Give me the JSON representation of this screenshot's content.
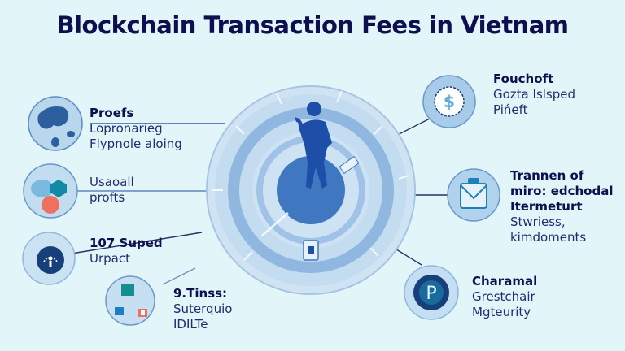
{
  "title": "Blockchain Transaction Fees in Vietnam",
  "colors": {
    "background": "#e2f5f8",
    "title": "#0d0f4e",
    "ring_light": "#c4dcef",
    "ring_mid": "#90b9e1",
    "ring_core": "#3f77c0",
    "figure": "#1e4fa8",
    "icon_dark": "#173f7a",
    "accent_coral": "#f07060",
    "accent_teal": "#128aa3",
    "connector": "#2a3068"
  },
  "central_illustration": {
    "description": "person standing on concentric blue rings"
  },
  "callouts": [
    {
      "id": "proefs",
      "icon": "globe-icon",
      "heading": "Proefs",
      "lines": [
        "Lopronarieg",
        "Flypnole aloing"
      ]
    },
    {
      "id": "usaoall",
      "icon": "hexagon-cluster-icon",
      "heading": "Usaoall",
      "lines": [
        "profts"
      ]
    },
    {
      "id": "107-suped",
      "icon": "gear-person-icon",
      "heading": "107 Suped",
      "lines": [
        "Urpact"
      ]
    },
    {
      "id": "9-tinss",
      "icon": "blocks-icon",
      "heading": "9.Tinss:",
      "lines": [
        "Suterquio",
        "IDILTe"
      ]
    },
    {
      "id": "fouchoft",
      "icon": "dollar-coin-icon",
      "heading": "Fouchoft",
      "lines": [
        "Gozta Islsped",
        "Pińeft"
      ]
    },
    {
      "id": "trannen",
      "icon": "wallet-box-icon",
      "heading": "Trannen of miro: edchodal Itermeturt",
      "heading_lines": [
        "Trannen of",
        "miro: edchodal",
        "Itermeturt"
      ],
      "lines": [
        "Stwriess,",
        "kimdoments"
      ]
    },
    {
      "id": "charamal",
      "icon": "p-coin-icon",
      "heading": "Charamal",
      "lines": [
        "Grestchair",
        "Mgteurity"
      ]
    }
  ]
}
